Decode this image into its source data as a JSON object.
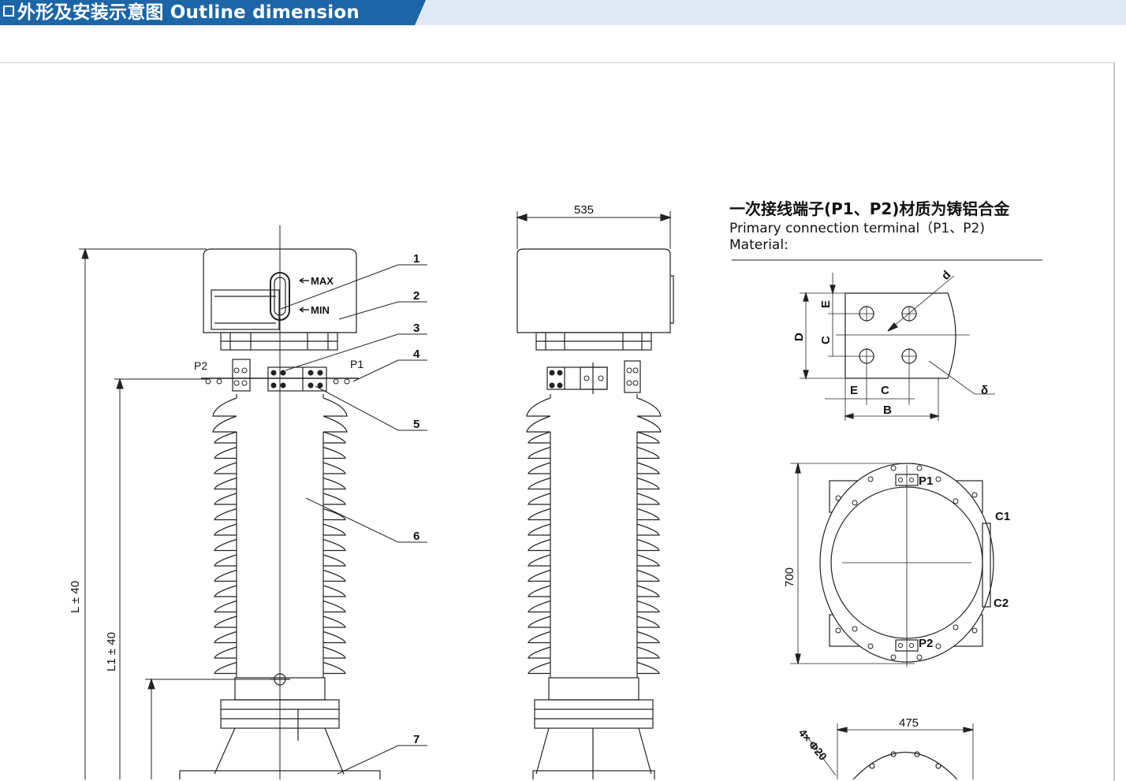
{
  "header": {
    "title": "外形及安装示意图 Outline dimension",
    "bar_color": "#1c66a8",
    "strip_color": "#dfe8f3"
  },
  "material_note": {
    "cn": "一次接线端子(P1、P2)材质为铸铝合金",
    "en_line1": "Primary connection terminal（P1、P2)",
    "en_line2": "Material:"
  },
  "labels": {
    "max": "MAX",
    "min": "MIN",
    "p1": "P1",
    "p2": "P2",
    "dim_L": "L ± 40",
    "dim_L1": "L1 ± 40",
    "side_width": "535",
    "dim_700": "700",
    "dim_475": "475",
    "holes": "4× Φ20",
    "c1": "C1",
    "c2": "C2",
    "b": "B",
    "c": "C",
    "d": "D",
    "e": "E",
    "small_d": "d",
    "delta": "δ"
  },
  "callouts": [
    "1",
    "2",
    "3",
    "4",
    "5",
    "6",
    "7"
  ]
}
